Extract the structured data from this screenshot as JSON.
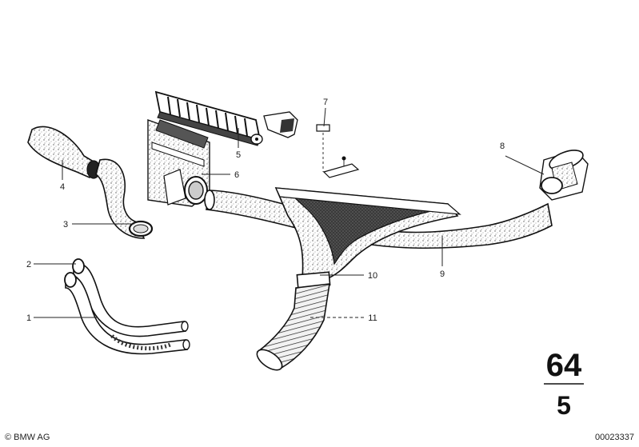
{
  "diagram": {
    "callouts": [
      "1",
      "2",
      "3",
      "4",
      "5",
      "6",
      "7",
      "8",
      "9",
      "10",
      "11"
    ],
    "group": {
      "main": "64",
      "sub": "5"
    },
    "copyright": "© BMW AG",
    "doc_number": "00023337"
  }
}
